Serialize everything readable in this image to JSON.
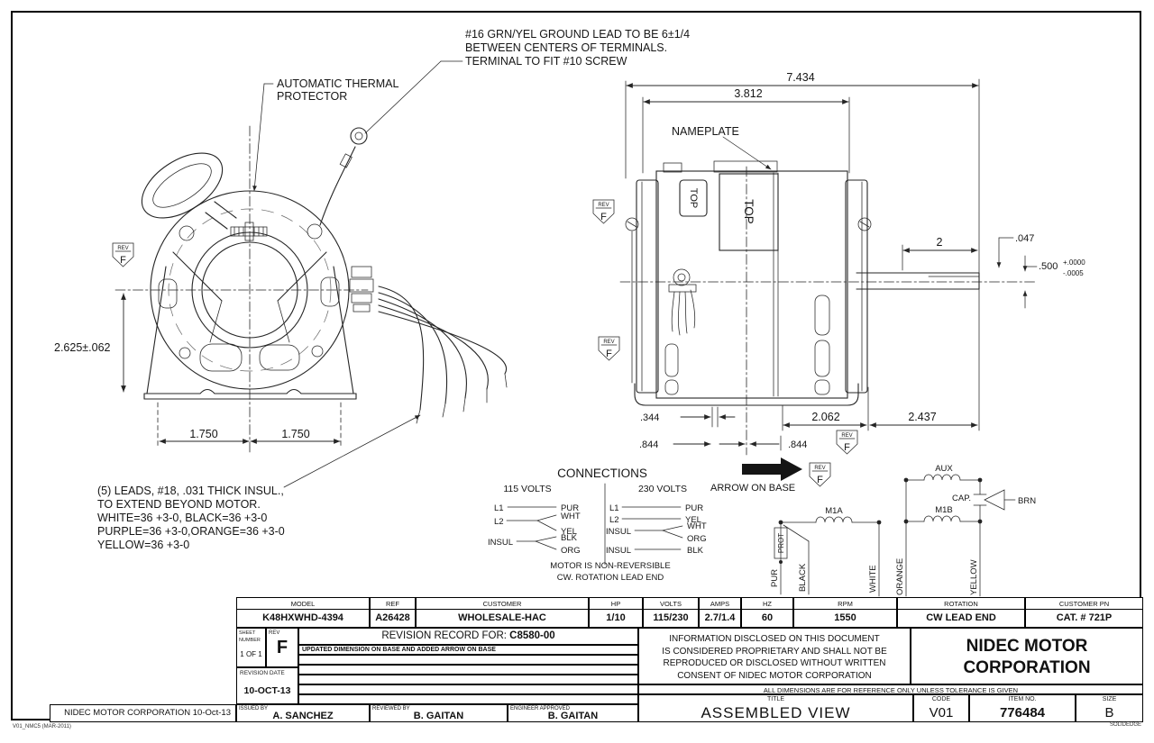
{
  "drawing": {
    "ground_note": [
      "#16 GRN/YEL GROUND LEAD TO BE 6±1/4",
      "BETWEEN CENTERS OF TERMINALS.",
      "TERMINAL TO FIT #10 SCREW"
    ],
    "thermal_note": [
      "AUTOMATIC THERMAL",
      "PROTECTOR"
    ],
    "leads_note": [
      "(5) LEADS, #18, .031 THICK INSUL.,",
      "TO EXTEND BEYOND MOTOR.",
      "WHITE=36 +3-0, BLACK=36 +3-0",
      "PURPLE=36 +3-0,ORANGE=36 +3-0",
      "YELLOW=36 +3-0"
    ],
    "nameplate_label": "NAMEPLATE",
    "top_label": "TOP",
    "arrow_on_base_label": "ARROW ON BASE",
    "rev_flag": {
      "label": "REV",
      "letter": "F"
    },
    "dims": {
      "front_center_to_base": "2.625±.062",
      "foot_left": "1.750",
      "foot_right": "1.750",
      "overall_length": "7.434",
      "shell_length": "3.812",
      "shaft_extension": "2",
      "flat_depth": ".047",
      "shaft_diameter": ".500",
      "shaft_tol_plus": "+.0000",
      "shaft_tol_minus": "-.0005",
      "base_offset": ".344",
      "hub_to_band": "2.062",
      "band_to_end": "2.437",
      "hole_left": ".844",
      "hole_right": ".844"
    }
  },
  "connections": {
    "title": "CONNECTIONS",
    "col_115": "115 VOLTS",
    "col_230": "230 VOLTS",
    "l1": "L1",
    "l2": "L2",
    "insul": "INSUL",
    "pur": "PUR",
    "wht": "WHT",
    "yel": "YEL",
    "blk": "BLK",
    "org": "ORG",
    "note_line1": "MOTOR IS NON-REVERSIBLE",
    "note_line2": "CW. ROTATION LEAD END"
  },
  "schematic": {
    "prot": "PROT",
    "m1a": "M1A",
    "m1b": "M1B",
    "aux": "AUX",
    "cap": "CAP.",
    "brn": "BRN",
    "lead_pur": "PUR",
    "lead_black": "BLACK",
    "lead_white": "WHITE",
    "lead_orange": "ORANGE",
    "lead_yellow": "YELLOW"
  },
  "titleblock": {
    "columns": [
      {
        "label": "MODEL",
        "value": "K48HXWHD-4394"
      },
      {
        "label": "REF",
        "value": "A26428"
      },
      {
        "label": "CUSTOMER",
        "value": "WHOLESALE-HAC"
      },
      {
        "label": "HP",
        "value": "1/10"
      },
      {
        "label": "VOLTS",
        "value": "115/230"
      },
      {
        "label": "AMPS",
        "value": "2.7/1.4"
      },
      {
        "label": "HZ",
        "value": "60"
      },
      {
        "label": "RPM",
        "value": "1550"
      },
      {
        "label": "ROTATION",
        "value": "CW LEAD END"
      },
      {
        "label": "CUSTOMER PN",
        "value": "CAT. # 721P"
      }
    ],
    "sheet_label": "SHEET NUMBER",
    "sheet_value": "1 OF 1",
    "rev_label": "REV",
    "rev_value": "F",
    "rev_record_label": "REVISION RECORD FOR:",
    "rev_record_value": "C8580-00",
    "rev_note": "UPDATED DIMENSION ON BASE AND ADDED ARROW ON BASE",
    "rev_date_label": "REVISION DATE",
    "rev_date_value": "10-OCT-13",
    "issued_label": "ISSUED BY",
    "issued_value": "A. SANCHEZ",
    "reviewed_label": "REVIEWED BY",
    "reviewed_value": "B. GAITAN",
    "approved_label": "ENGINEER APPROVED",
    "approved_value": "B. GAITAN",
    "proprietary": [
      "INFORMATION DISCLOSED ON THIS DOCUMENT",
      "IS CONSIDERED PROPRIETARY AND SHALL NOT BE",
      "REPRODUCED OR DISCLOSED WITHOUT WRITTEN",
      "CONSENT OF NIDEC MOTOR CORPORATION"
    ],
    "company_line1": "NIDEC MOTOR",
    "company_line2": "CORPORATION",
    "tolerance_note": "ALL DIMENSIONS ARE FOR REFERENCE ONLY UNLESS TOLERANCE IS GIVEN",
    "title_label": "TITLE",
    "title_value": "ASSEMBLED VIEW",
    "code_label": "CODE",
    "code_value": "V01",
    "item_label": "ITEM NO.",
    "item_value": "776484",
    "size_label": "SIZE",
    "size_value": "B"
  },
  "footer": {
    "left": "NIDEC MOTOR CORPORATION 10-Oct-13",
    "form_code": "V01_NMC5 (MAR-2011)",
    "cad_note": "SOLIDEDGE"
  }
}
